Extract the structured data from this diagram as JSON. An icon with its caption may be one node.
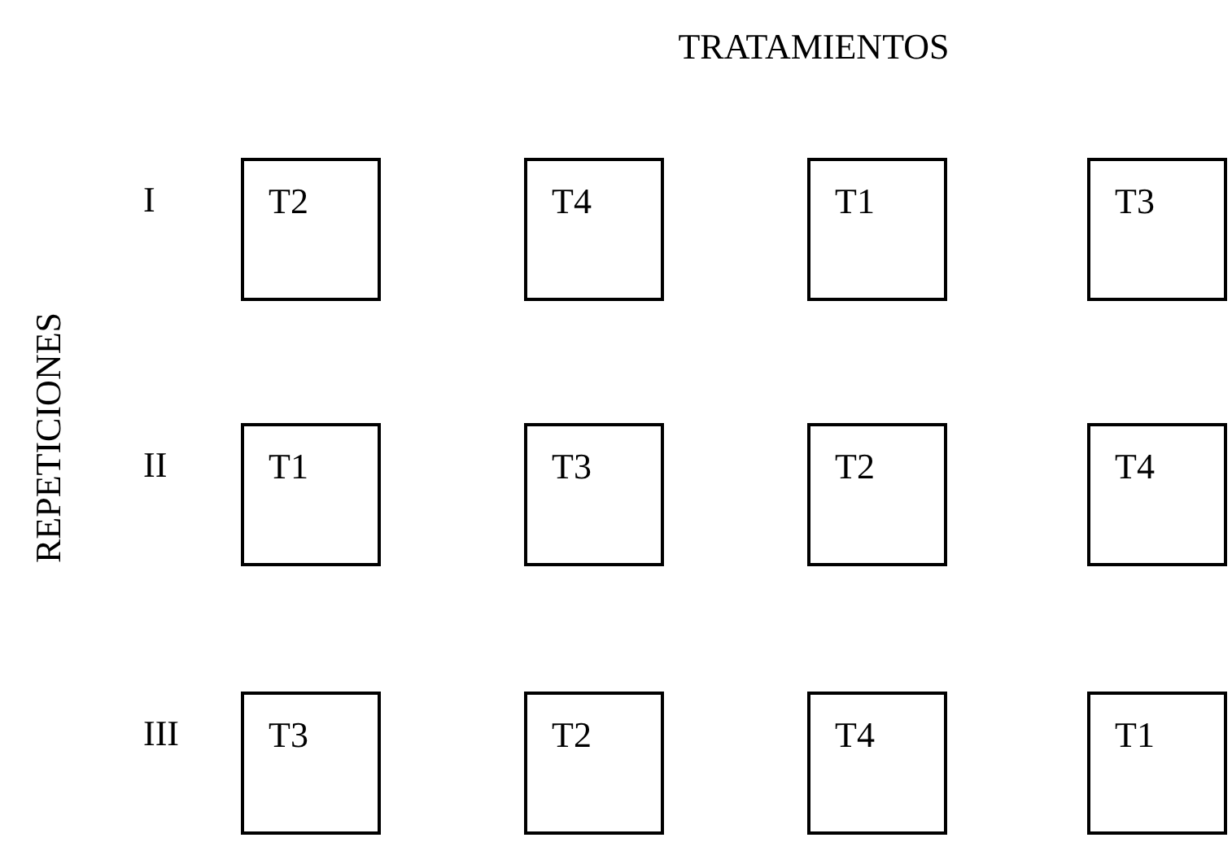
{
  "diagram": {
    "title": "TRATAMIENTOS",
    "nodes": [
      {
        "text": [
          "T2"
        ]
      },
      {
        "text": [
          "T4"
        ]
      },
      {
        "text": [
          "T1"
        ]
      },
      {
        "text": [
          "T3"
        ]
      },
      {
        "text": [
          "T1"
        ]
      },
      {
        "text": [
          "T3"
        ]
      },
      {
        "text": [
          "T2"
        ]
      },
      {
        "text": [
          "T4"
        ]
      },
      {
        "text": [
          "T3"
        ]
      },
      {
        "text": [
          "T2"
        ]
      },
      {
        "text": [
          "T4"
        ]
      },
      {
        "text": [
          "T1"
        ]
      }
    ],
    "labels": [
      "REPETICIONES",
      "I",
      "II",
      "III"
    ]
  }
}
